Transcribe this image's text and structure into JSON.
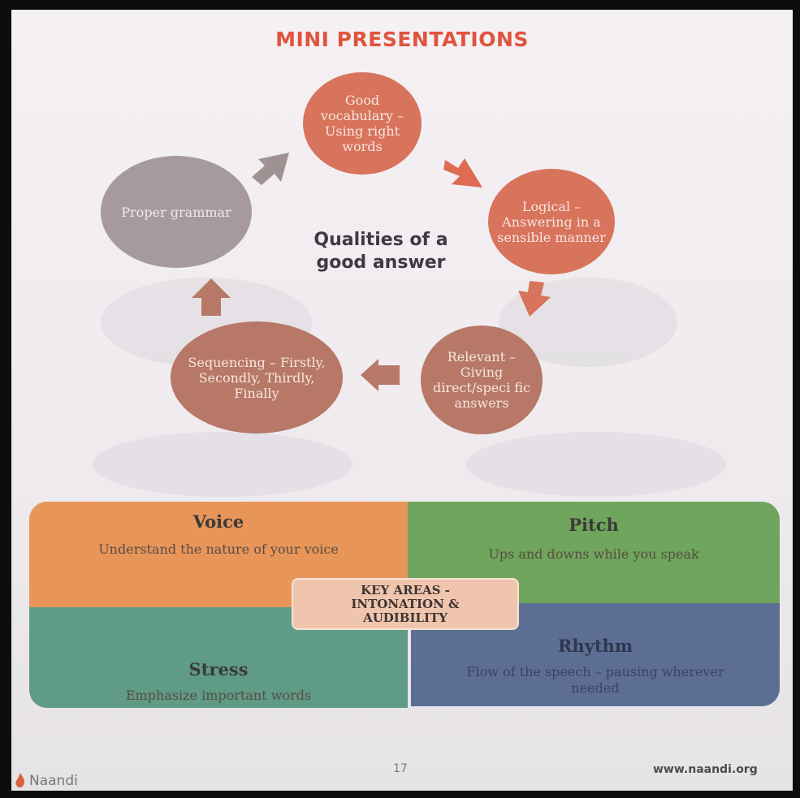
{
  "title": "MINI PRESENTATIONS",
  "cycle": {
    "center_label": "Qualities of a good answer",
    "nodes": [
      {
        "text": "Good vocabulary – Using right words"
      },
      {
        "text": "Logical – Answering in a sensible manner"
      },
      {
        "text": "Relevant – Giving direct/speci fic answers"
      },
      {
        "text": "Sequencing – Firstly, Secondly, Thirdly, Finally"
      },
      {
        "text": "Proper grammar"
      }
    ]
  },
  "key_areas": {
    "center_label": "KEY AREAS - INTONATION & AUDIBILITY",
    "voice": {
      "heading": "Voice",
      "desc": "Understand the nature of your voice"
    },
    "pitch": {
      "heading": "Pitch",
      "desc": "Ups and downs while you speak"
    },
    "stress": {
      "heading": "Stress",
      "desc": "Emphasize important words"
    },
    "rhythm": {
      "heading": "Rhythm",
      "desc": "Flow of the speech – pausing wherever needed"
    }
  },
  "footer": {
    "page_number": "17",
    "website": "www.naandi.org",
    "logo_text": "Naandi"
  },
  "colors": {
    "title": "#e0533d",
    "node_red": "#d8735c",
    "node_brown": "#b77867",
    "node_gray": "#a79a9c",
    "voice": "#e8955a",
    "pitch": "#6fa55c",
    "stress": "#5f9b86",
    "rhythm": "#5c6e93",
    "key_box": "#f0c5ad"
  }
}
